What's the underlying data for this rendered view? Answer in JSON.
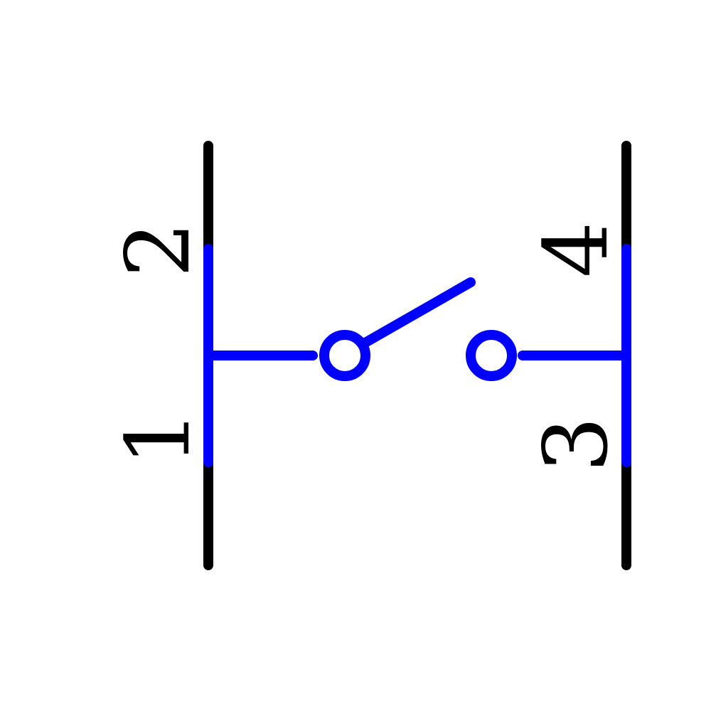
{
  "colors": {
    "background": "#ffffff",
    "pin": "#000000",
    "symbol": "#0000ff"
  },
  "pins": [
    {
      "label": "1"
    },
    {
      "label": "2"
    },
    {
      "label": "3"
    },
    {
      "label": "4"
    }
  ],
  "symbol": {
    "type": "switch-open-icon"
  }
}
